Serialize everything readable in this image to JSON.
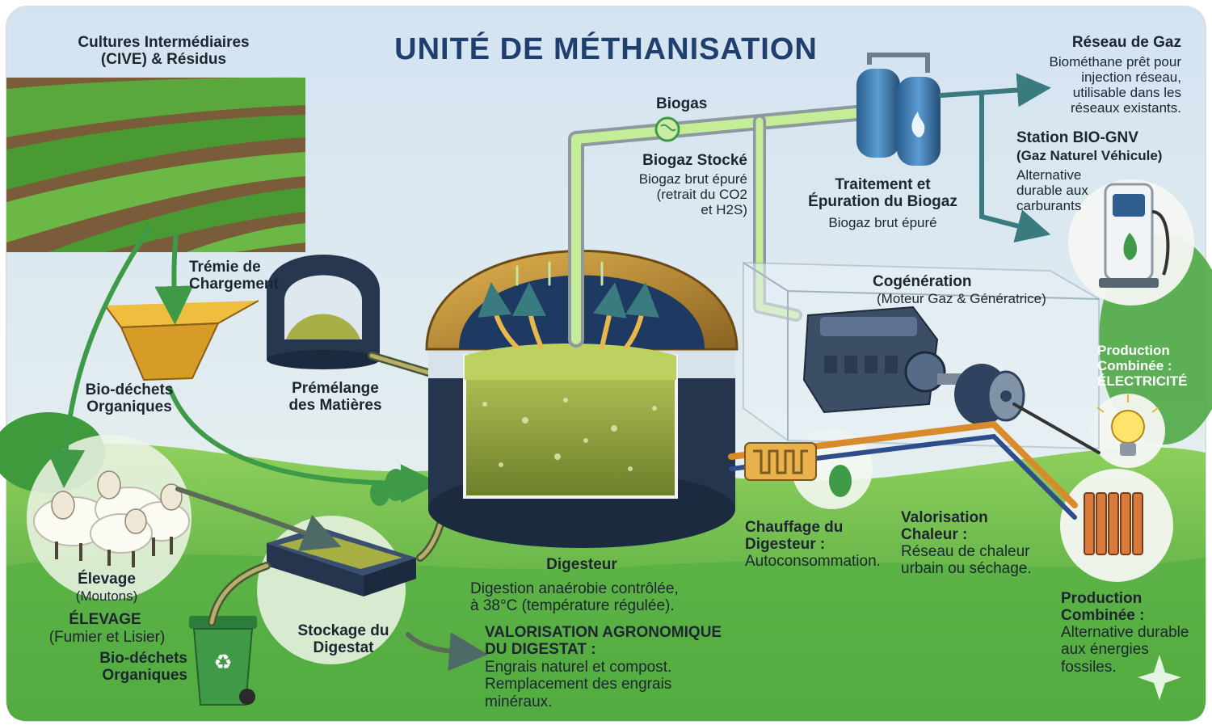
{
  "title": "UNITÉ DE MÉTHANISATION",
  "colors": {
    "sky": "#dbe8f3",
    "field_green": "#4aa23c",
    "digestate_green": "#8ea53a",
    "dome_gold": "#b0862e",
    "tank_navy": "#24354d",
    "pipe_green": "#9ed86b",
    "pipe_gray": "#6c7a86",
    "arrow_green": "#3e9a46",
    "heat_orange": "#d98a2b",
    "cable_blue": "#2e4d8a",
    "title_navy": "#1f3f6e"
  },
  "icons": [
    "field",
    "hopper",
    "premix-silo",
    "sheep",
    "recycle-bin",
    "digestate-bin",
    "digester-tank",
    "gas-tanks",
    "flame-icon",
    "gas-pump",
    "engine",
    "generator",
    "heat-exchanger",
    "radiator",
    "light-bulb",
    "sparkle-icon",
    "fan-meter"
  ],
  "labels": {
    "cultures": "Cultures Intermédiaires\n(CIVE) & Résidus",
    "tremie": "Trémie de\nChargement",
    "biodechets_mid": "Bio-déchets\nOrganiques",
    "premelange": "Prémélange\ndes Matières",
    "elevage_title": "Élevage",
    "elevage_sub": "(Moutons)",
    "elevage_caps": "ÉLEVAGE",
    "fumier": "(Fumier et Lisier)",
    "biodechets_bottom": "Bio-déchets\nOrganiques",
    "stockage": "Stockage du\nDigestat",
    "digesteur_title": "Digesteur",
    "digesteur_desc": "Digestion anaérobie contrôlée,\nà 38°C (température régulée).",
    "valo_agro_title": "VALORISATION AGRONOMIQUE\nDU DIGESTAT :",
    "valo_agro_desc": "Engrais naturel et compost.\nRemplacement des engrais\nminéraux.",
    "biogas": "Biogas",
    "biogaz_stocke_title": "Biogaz Stocké",
    "biogaz_stocke_desc": "Biogaz brut épuré\n(retrait du CO2\net H2S)",
    "traitement_title": "Traitement et\nÉpuration du Biogaz",
    "traitement_desc": "Biogaz brut épuré",
    "reseau_title": "Réseau de Gaz",
    "reseau_desc": "Biométhane prêt pour\ninjection réseau,\nutilisable dans les\nréseaux existants.",
    "bio_gnv_title": "Station BIO-GNV",
    "bio_gnv_sub": "(Gaz Naturel Véhicule)",
    "bio_gnv_desc": "Alternative\ndurable aux\ncarburants",
    "cogeneration_title": "Cogénération",
    "cogeneration_sub": "(Moteur Gaz & Génératrice)",
    "production_elec": "Production\nCombinée :\nÉLECTRICITÉ",
    "chauffage_title": "Chauffage du\nDigesteur :",
    "chauffage_desc": "Autoconsommation.",
    "valo_chaleur_title": "Valorisation\nChaleur :",
    "valo_chaleur_desc": "Réseau de chaleur\nurbain ou séchage.",
    "production_combinee_title": "Production\nCombinée :",
    "production_combinee_desc": "Alternative durable\naux énergies\nfossiles."
  }
}
